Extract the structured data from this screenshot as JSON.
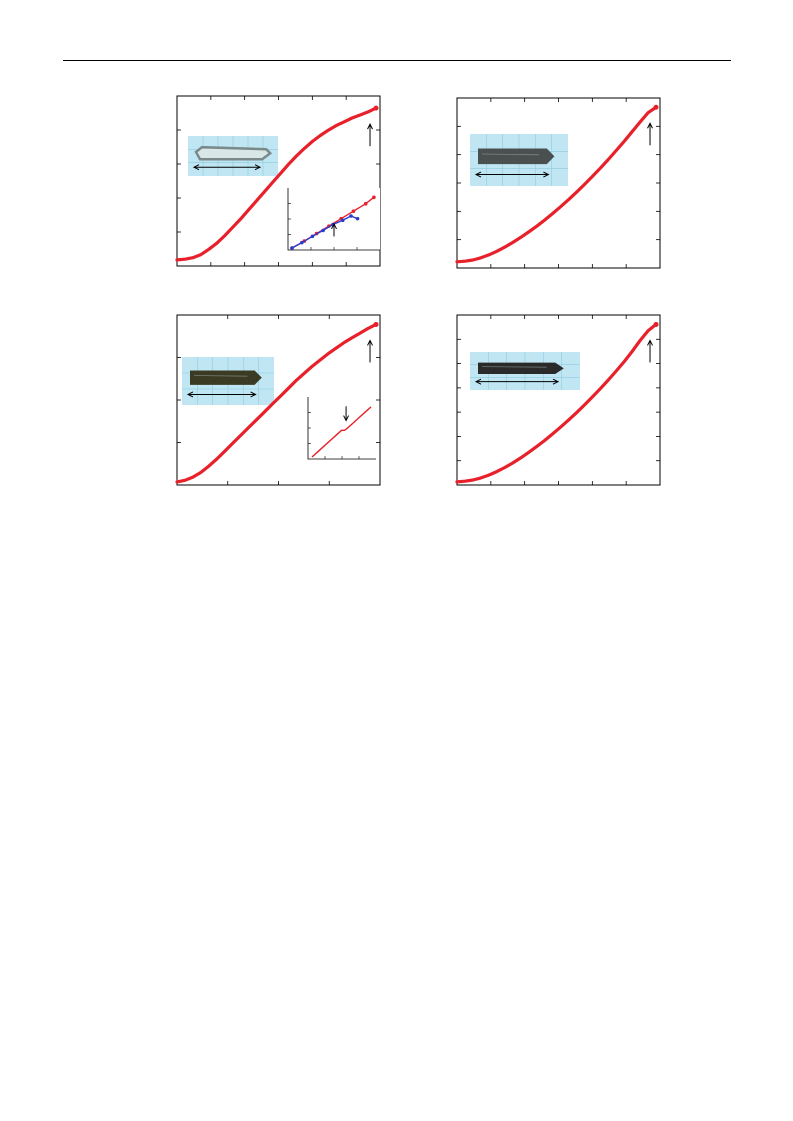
{
  "page": {
    "background": "#ffffff"
  },
  "colors": {
    "curve": "#e8202a",
    "inset_series_b": "#2a3bd0",
    "photo_bg": "#bfe6f2",
    "photo_grid": "#8fcbe0",
    "axis": "#000000",
    "arrow": "#000000"
  },
  "chart_data": [
    {
      "id": "top-left",
      "type": "line",
      "x": [
        0,
        0.04,
        0.08,
        0.12,
        0.16,
        0.2,
        0.24,
        0.28,
        0.32,
        0.36,
        0.4,
        0.44,
        0.48,
        0.52,
        0.56,
        0.6,
        0.64,
        0.68,
        0.72,
        0.76,
        0.8,
        0.84,
        0.88,
        0.92,
        0.96,
        1.0
      ],
      "y": [
        0,
        0.005,
        0.015,
        0.035,
        0.07,
        0.11,
        0.16,
        0.215,
        0.27,
        0.33,
        0.39,
        0.45,
        0.51,
        0.57,
        0.63,
        0.685,
        0.735,
        0.78,
        0.82,
        0.855,
        0.885,
        0.91,
        0.935,
        0.955,
        0.975,
        1.0
      ],
      "xlim": [
        0,
        1.02
      ],
      "ylim": [
        -0.04,
        1.08
      ],
      "x_ticks": 6,
      "y_ticks": 5,
      "marker": "arrow-up-at-end",
      "has_photo": true,
      "inset": {
        "type": "scatter-line",
        "series": [
          {
            "x": [
              0,
              0.15,
              0.3,
              0.45,
              0.6,
              0.75,
              0.9,
              1.0
            ],
            "y": [
              0,
              0.13,
              0.27,
              0.41,
              0.55,
              0.69,
              0.83,
              0.95
            ]
          },
          {
            "x": [
              0,
              0.12,
              0.25,
              0.38,
              0.5,
              0.62,
              0.72,
              0.8
            ],
            "y": [
              0,
              0.1,
              0.22,
              0.33,
              0.44,
              0.52,
              0.6,
              0.55
            ]
          }
        ],
        "marker": "arrow-up-mid"
      }
    },
    {
      "id": "top-right",
      "type": "line",
      "x": [
        0,
        0.04,
        0.08,
        0.12,
        0.16,
        0.2,
        0.24,
        0.28,
        0.32,
        0.36,
        0.4,
        0.44,
        0.48,
        0.52,
        0.56,
        0.6,
        0.64,
        0.68,
        0.72,
        0.76,
        0.8,
        0.84,
        0.88,
        0.92,
        0.96,
        1.0
      ],
      "y": [
        0,
        0.004,
        0.012,
        0.026,
        0.045,
        0.068,
        0.095,
        0.125,
        0.158,
        0.193,
        0.23,
        0.27,
        0.312,
        0.356,
        0.402,
        0.45,
        0.5,
        0.552,
        0.606,
        0.662,
        0.72,
        0.78,
        0.842,
        0.905,
        0.965,
        1.0
      ],
      "xlim": [
        0,
        1.02
      ],
      "ylim": [
        -0.04,
        1.06
      ],
      "x_ticks": 6,
      "y_ticks": 6,
      "marker": "arrow-up-at-end",
      "has_photo": true
    },
    {
      "id": "bottom-left",
      "type": "line",
      "x": [
        0,
        0.04,
        0.08,
        0.12,
        0.16,
        0.2,
        0.24,
        0.28,
        0.32,
        0.36,
        0.4,
        0.44,
        0.48,
        0.52,
        0.56,
        0.6,
        0.64,
        0.68,
        0.72,
        0.76,
        0.8,
        0.84,
        0.88,
        0.92,
        0.96,
        1.0
      ],
      "y": [
        0,
        0.01,
        0.03,
        0.06,
        0.1,
        0.145,
        0.195,
        0.245,
        0.295,
        0.345,
        0.395,
        0.445,
        0.495,
        0.545,
        0.595,
        0.645,
        0.69,
        0.735,
        0.775,
        0.815,
        0.85,
        0.885,
        0.915,
        0.945,
        0.975,
        1.0
      ],
      "xlim": [
        0,
        1.02
      ],
      "ylim": [
        -0.02,
        1.06
      ],
      "x_ticks": 4,
      "y_ticks": 4,
      "marker": "arrow-up-at-end",
      "has_photo": true,
      "inset": {
        "type": "line",
        "series": [
          {
            "x": [
              0,
              0.1,
              0.2,
              0.3,
              0.4,
              0.5,
              0.55,
              0.6,
              0.7,
              0.8,
              0.9,
              1.0
            ],
            "y": [
              0,
              0.1,
              0.2,
              0.3,
              0.4,
              0.5,
              0.5,
              0.54,
              0.64,
              0.74,
              0.84,
              0.94
            ]
          }
        ],
        "marker": "arrow-down-mid"
      }
    },
    {
      "id": "bottom-right",
      "type": "line",
      "x": [
        0,
        0.04,
        0.08,
        0.12,
        0.16,
        0.2,
        0.24,
        0.28,
        0.32,
        0.36,
        0.4,
        0.44,
        0.48,
        0.52,
        0.56,
        0.6,
        0.64,
        0.68,
        0.72,
        0.76,
        0.8,
        0.84,
        0.88,
        0.92,
        0.96,
        1.0
      ],
      "y": [
        0,
        0.004,
        0.012,
        0.025,
        0.043,
        0.065,
        0.091,
        0.12,
        0.152,
        0.187,
        0.224,
        0.263,
        0.304,
        0.347,
        0.392,
        0.439,
        0.488,
        0.539,
        0.592,
        0.647,
        0.704,
        0.764,
        0.828,
        0.898,
        0.96,
        1.0
      ],
      "xlim": [
        0,
        1.02
      ],
      "ylim": [
        -0.02,
        1.06
      ],
      "x_ticks": 6,
      "y_ticks": 7,
      "marker": "arrow-up-at-end",
      "has_photo": true
    }
  ],
  "photos": [
    {
      "id": "photo-tl",
      "crystal_color": "#7a8a8a",
      "crystal_style": "outline"
    },
    {
      "id": "photo-tr",
      "crystal_color": "#4a5050",
      "crystal_style": "solid"
    },
    {
      "id": "photo-bl",
      "crystal_color": "#3b3a22",
      "crystal_style": "solid"
    },
    {
      "id": "photo-br",
      "crystal_color": "#2a2a2a",
      "crystal_style": "solid"
    }
  ]
}
